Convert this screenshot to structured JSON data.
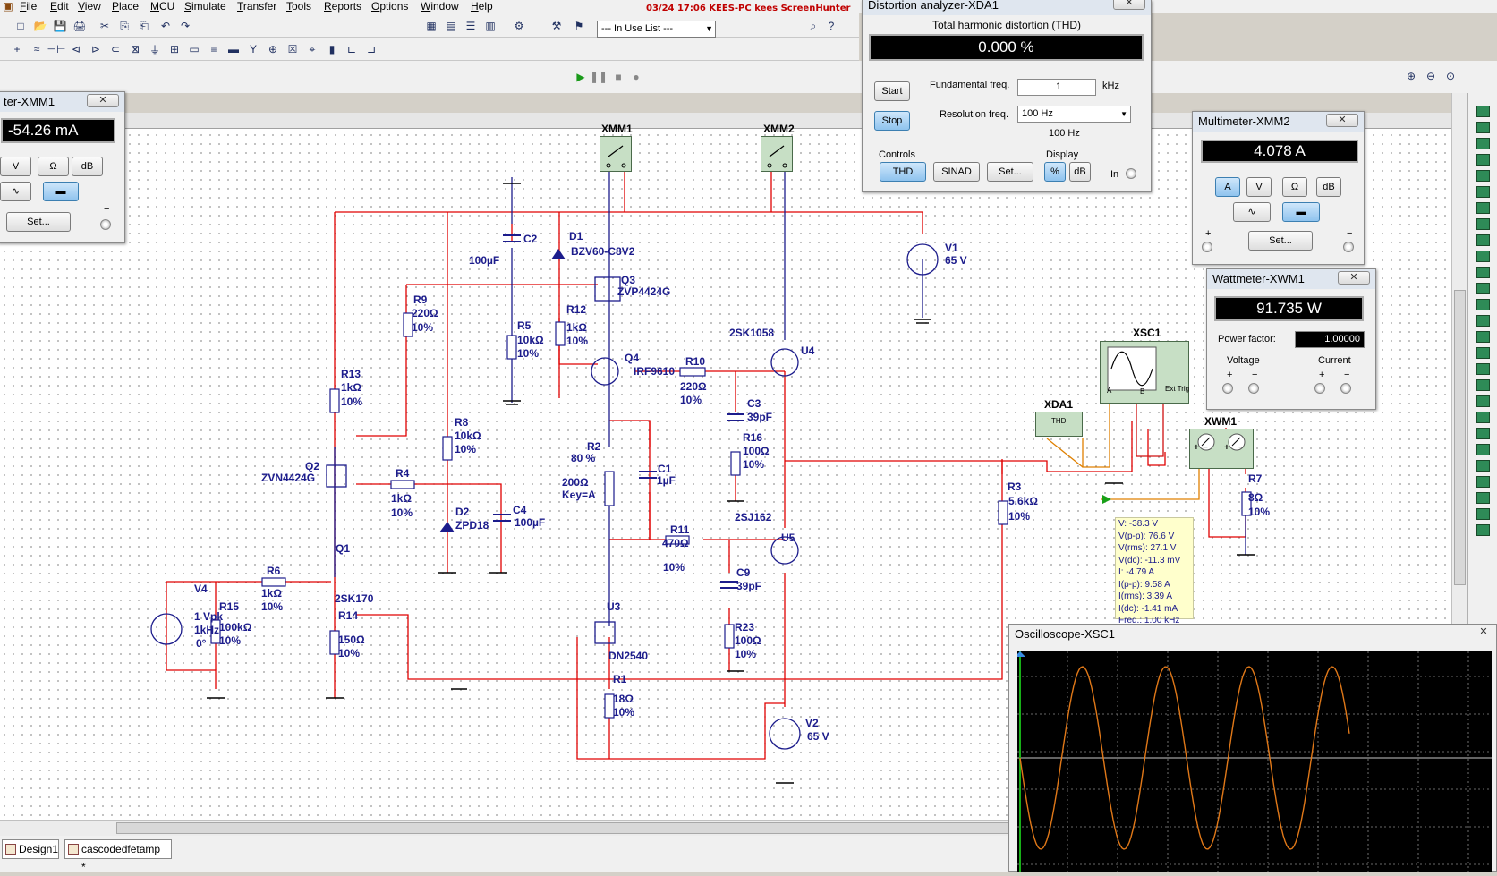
{
  "menu": [
    "File",
    "Edit",
    "View",
    "Place",
    "MCU",
    "Simulate",
    "Transfer",
    "Tools",
    "Reports",
    "Options",
    "Window",
    "Help"
  ],
  "status_banner": "03/24 17:06 KEES-PC kees ScreenHunter",
  "in_use_list": "--- In Use List ---",
  "tabs": [
    {
      "label": "Design1"
    },
    {
      "label": "cascodedfetamp *"
    }
  ],
  "xmm1": {
    "title": "ter-XMM1",
    "reading": "-54.26 mA",
    "buttons": [
      "V",
      "Ω",
      "dB"
    ],
    "set_label": "Set...",
    "minus": "−"
  },
  "xda1": {
    "title": "Distortion analyzer-XDA1",
    "thd_heading": "Total harmonic distortion (THD)",
    "reading": "0.000 %",
    "start_label": "Start",
    "stop_label": "Stop",
    "fundamental_label": "Fundamental freq.",
    "fundamental_value": "1",
    "fundamental_unit": "kHz",
    "resolution_label": "Resolution freq.",
    "resolution_value": "100 Hz",
    "resolution_readout": "100 Hz",
    "controls_label": "Controls",
    "display_label": "Display",
    "thd_btn": "THD",
    "sinad_btn": "SINAD",
    "set_btn": "Set...",
    "pct_btn": "%",
    "db_btn": "dB",
    "in_label": "In"
  },
  "xmm2": {
    "title": "Multimeter-XMM2",
    "reading": "4.078 A",
    "buttons": [
      "A",
      "V",
      "Ω",
      "dB"
    ],
    "set_label": "Set...",
    "plus": "+",
    "minus": "−"
  },
  "xwm1": {
    "title": "Wattmeter-XWM1",
    "reading": "91.735 W",
    "pf_label": "Power factor:",
    "pf_value": "1.00000",
    "voltage_label": "Voltage",
    "current_label": "Current",
    "plus": "+",
    "minus": "−"
  },
  "probe": {
    "lines": [
      "V: -38.3 V",
      "V(p-p): 76.6 V",
      "V(rms): 27.1 V",
      "V(dc): -11.3 mV",
      "I: -4.79 A",
      "I(p-p): 9.58 A",
      "I(rms): 3.39 A",
      "I(dc): -1.41 mA",
      "Freq.: 1.00 kHz"
    ]
  },
  "oscilloscope": {
    "title": "Oscilloscope-XSC1"
  },
  "components": [
    {
      "t": "XMM1",
      "c": "black"
    },
    {
      "t": "XMM2",
      "c": "black"
    },
    {
      "t": "C2",
      "c": "blue"
    },
    {
      "t": "100µF",
      "c": "blue"
    },
    {
      "t": "D1",
      "c": "blue"
    },
    {
      "t": "BZV60-C8V2",
      "c": "blue"
    },
    {
      "t": "Q3",
      "c": "blue"
    },
    {
      "t": "ZVP4424G",
      "c": "blue"
    },
    {
      "t": "V1",
      "c": "blue"
    },
    {
      "t": "65 V",
      "c": "blue"
    },
    {
      "t": "R9",
      "c": "blue"
    },
    {
      "t": "220Ω",
      "c": "blue"
    },
    {
      "t": "10%",
      "c": "blue"
    },
    {
      "t": "R5",
      "c": "blue"
    },
    {
      "t": "10kΩ",
      "c": "blue"
    },
    {
      "t": "10%",
      "c": "blue"
    },
    {
      "t": "R12",
      "c": "blue"
    },
    {
      "t": "1kΩ",
      "c": "blue"
    },
    {
      "t": "10%",
      "c": "blue"
    },
    {
      "t": "2SK1058",
      "c": "blue"
    },
    {
      "t": "U4",
      "c": "blue"
    },
    {
      "t": "Q4",
      "c": "blue"
    },
    {
      "t": "IRF9610",
      "c": "blue"
    },
    {
      "t": "R10",
      "c": "blue"
    },
    {
      "t": "220Ω",
      "c": "blue"
    },
    {
      "t": "10%",
      "c": "blue"
    },
    {
      "t": "R13",
      "c": "blue"
    },
    {
      "t": "1kΩ",
      "c": "blue"
    },
    {
      "t": "10%",
      "c": "blue"
    },
    {
      "t": "C3",
      "c": "blue"
    },
    {
      "t": "39pF",
      "c": "blue"
    },
    {
      "t": "XSC1",
      "c": "black"
    },
    {
      "t": "R8",
      "c": "blue"
    },
    {
      "t": "10kΩ",
      "c": "blue"
    },
    {
      "t": "10%",
      "c": "blue"
    },
    {
      "t": "R2",
      "c": "blue"
    },
    {
      "t": "80 %",
      "c": "blue"
    },
    {
      "t": "R16",
      "c": "blue"
    },
    {
      "t": "100Ω",
      "c": "blue"
    },
    {
      "t": "10%",
      "c": "blue"
    },
    {
      "t": "XDA1",
      "c": "black"
    },
    {
      "t": "Q2",
      "c": "blue"
    },
    {
      "t": "ZVN4424G",
      "c": "blue"
    },
    {
      "t": "R4",
      "c": "blue"
    },
    {
      "t": "1kΩ",
      "c": "blue"
    },
    {
      "t": "10%",
      "c": "blue"
    },
    {
      "t": "C1",
      "c": "blue"
    },
    {
      "t": "1µF",
      "c": "blue"
    },
    {
      "t": "200Ω",
      "c": "blue"
    },
    {
      "t": "Key=A",
      "c": "blue"
    },
    {
      "t": "XWM1",
      "c": "black"
    },
    {
      "t": "R3",
      "c": "blue"
    },
    {
      "t": "5.6kΩ",
      "c": "blue"
    },
    {
      "t": "10%",
      "c": "blue"
    },
    {
      "t": "R7",
      "c": "blue"
    },
    {
      "t": "8Ω",
      "c": "blue"
    },
    {
      "t": "10%",
      "c": "blue"
    },
    {
      "t": "D2",
      "c": "blue"
    },
    {
      "t": "ZPD18",
      "c": "blue"
    },
    {
      "t": "C4",
      "c": "blue"
    },
    {
      "t": "100µF",
      "c": "blue"
    },
    {
      "t": "2SJ162",
      "c": "blue"
    },
    {
      "t": "U5",
      "c": "blue"
    },
    {
      "t": "R11",
      "c": "blue"
    },
    {
      "t": "470Ω",
      "c": "blue"
    },
    {
      "t": "10%",
      "c": "blue"
    },
    {
      "t": "Q1",
      "c": "blue"
    },
    {
      "t": "V4",
      "c": "blue"
    },
    {
      "t": "R6",
      "c": "blue"
    },
    {
      "t": "1kΩ",
      "c": "blue"
    },
    {
      "t": "10%",
      "c": "blue"
    },
    {
      "t": "2SK170",
      "c": "blue"
    },
    {
      "t": "C9",
      "c": "blue"
    },
    {
      "t": "39pF",
      "c": "blue"
    },
    {
      "t": "1 Vpk",
      "c": "blue"
    },
    {
      "t": "1kHz",
      "c": "blue"
    },
    {
      "t": "0°",
      "c": "blue"
    },
    {
      "t": "R15",
      "c": "blue"
    },
    {
      "t": "100kΩ",
      "c": "blue"
    },
    {
      "t": "10%",
      "c": "blue"
    },
    {
      "t": "R14",
      "c": "blue"
    },
    {
      "t": "150Ω",
      "c": "blue"
    },
    {
      "t": "10%",
      "c": "blue"
    },
    {
      "t": "U3",
      "c": "blue"
    },
    {
      "t": "DN2540",
      "c": "blue"
    },
    {
      "t": "R23",
      "c": "blue"
    },
    {
      "t": "100Ω",
      "c": "blue"
    },
    {
      "t": "10%",
      "c": "blue"
    },
    {
      "t": "R1",
      "c": "blue"
    },
    {
      "t": "18Ω",
      "c": "blue"
    },
    {
      "t": "10%",
      "c": "blue"
    },
    {
      "t": "V2",
      "c": "blue"
    },
    {
      "t": "65 V",
      "c": "blue"
    },
    {
      "t": "THD",
      "c": "black"
    },
    {
      "t": "Ext Trig",
      "c": "black"
    },
    {
      "t": "A",
      "c": "black"
    },
    {
      "t": "B",
      "c": "black"
    },
    {
      "t": "+",
      "c": "black"
    },
    {
      "t": "−",
      "c": "black"
    },
    {
      "t": "+",
      "c": "black"
    },
    {
      "t": "−",
      "c": "black"
    }
  ]
}
